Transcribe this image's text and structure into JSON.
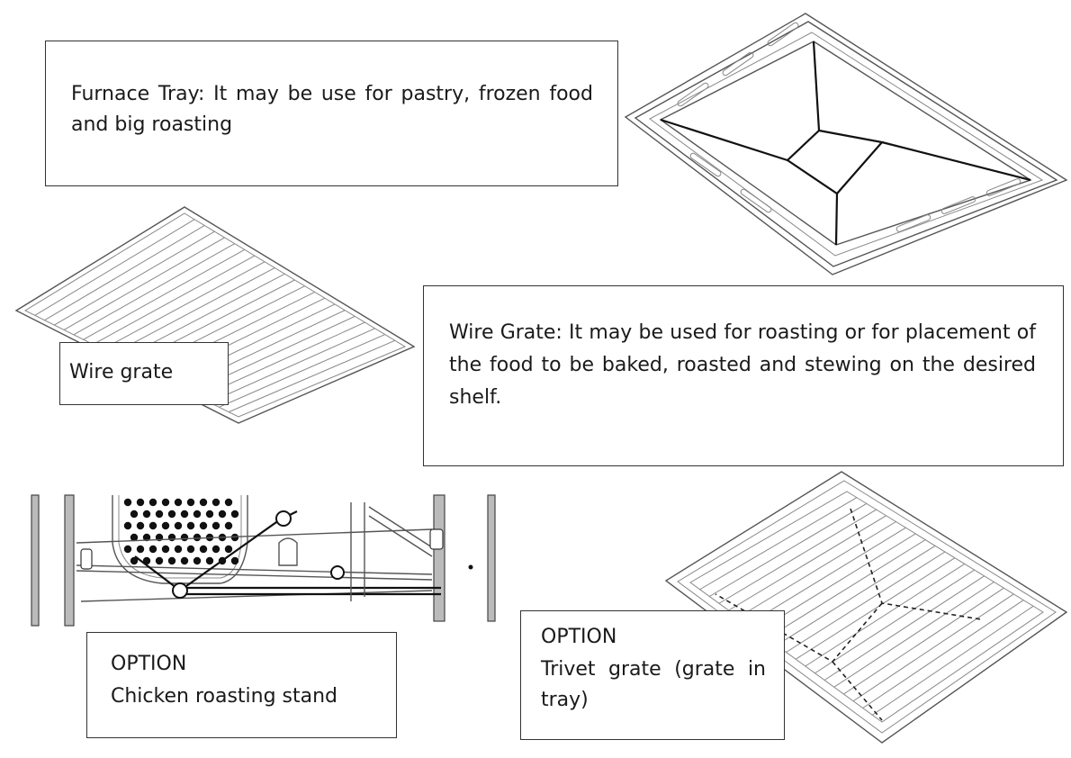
{
  "furnace_tray": {
    "text": "Furnace Tray: It may be use for pastry, frozen food and big roasting"
  },
  "wire_grate": {
    "label": "Wire grate",
    "description": "Wire Grate: It may be used for roasting or for placement of the food to be baked, roasted and stewing on the desired shelf."
  },
  "chicken_stand": {
    "option": "OPTION",
    "label": "Chicken roasting stand"
  },
  "trivet_grate": {
    "option": "OPTION",
    "label": "Trivet grate (grate in tray)"
  }
}
